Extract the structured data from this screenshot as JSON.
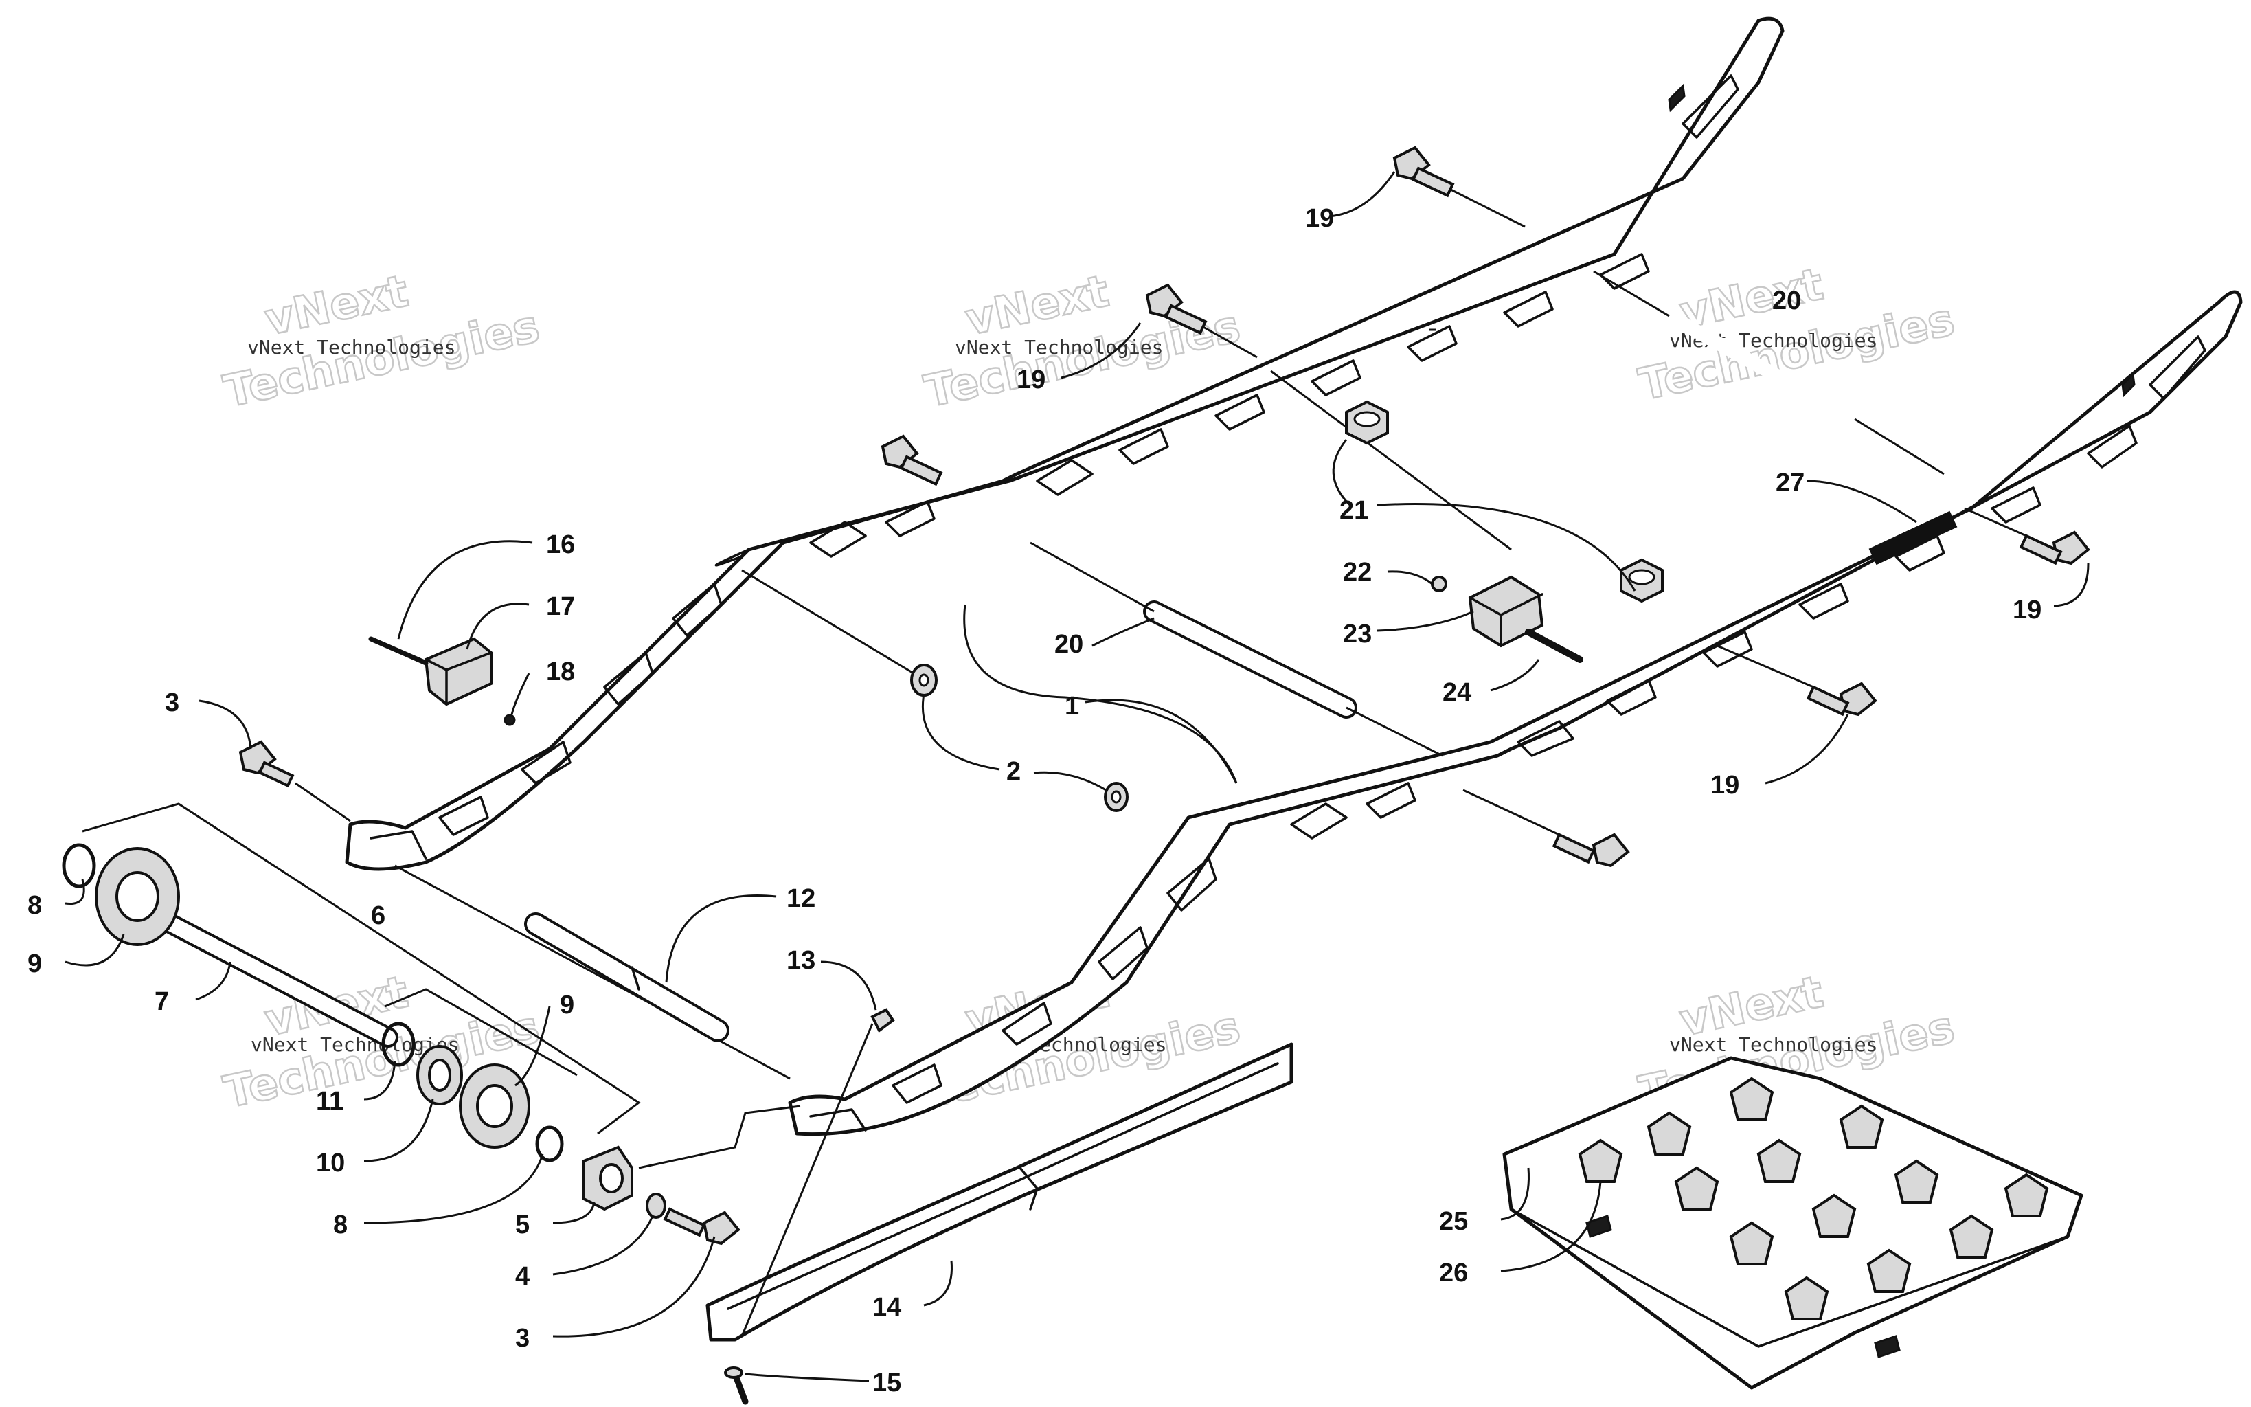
{
  "callouts": {
    "c1": "1",
    "c2": "2",
    "c3a": "3",
    "c3b": "3",
    "c4": "4",
    "c5": "5",
    "c6": "6",
    "c7": "7",
    "c8a": "8",
    "c8b": "8",
    "c9a": "9",
    "c9b": "9",
    "c10": "10",
    "c11": "11",
    "c12": "12",
    "c13": "13",
    "c14": "14",
    "c15": "15",
    "c16": "16",
    "c17": "17",
    "c18": "18",
    "c19a": "19",
    "c19b": "19",
    "c19c": "19",
    "c19d": "19",
    "c20a": "20",
    "c20b": "20",
    "c21": "21",
    "c22": "22",
    "c23": "23",
    "c24": "24",
    "c25": "25",
    "c26": "26",
    "c27": "27"
  },
  "watermark": {
    "small_text": "vNext Technologies",
    "big_text_line1": "vNext",
    "big_text_line2": "Technologies"
  }
}
